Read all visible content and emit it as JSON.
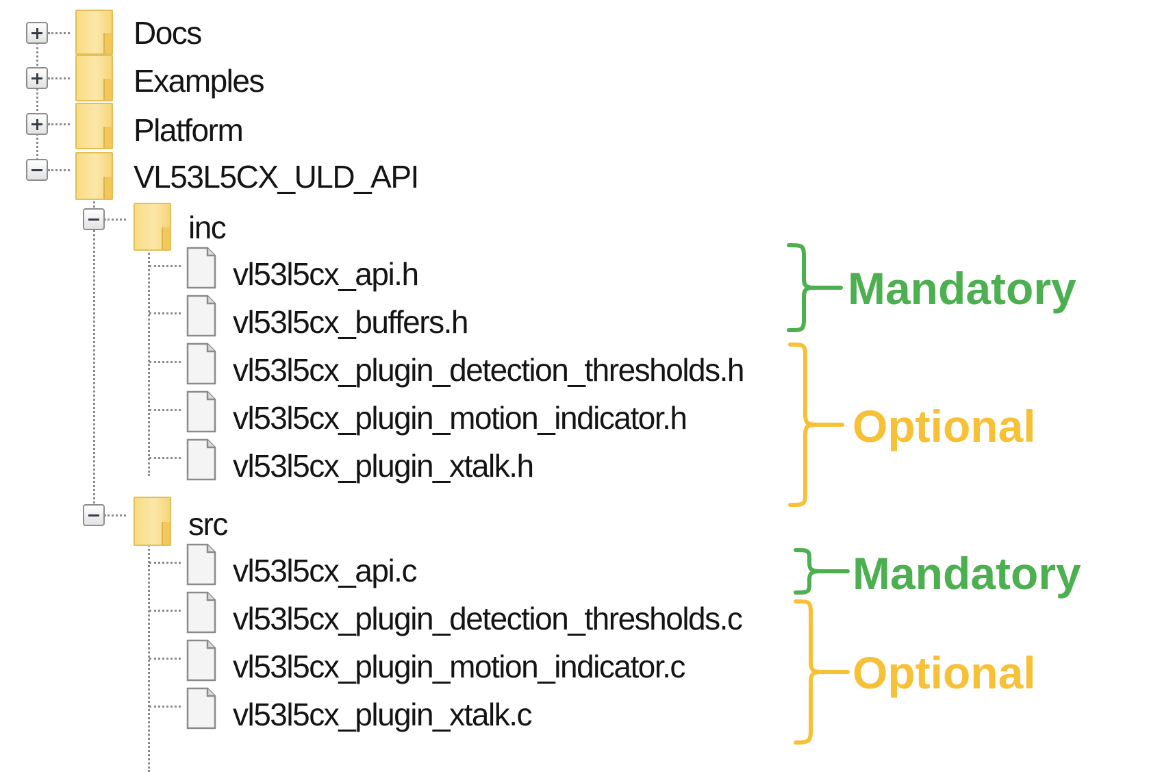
{
  "tree": {
    "root_folders": {
      "docs": "Docs",
      "examples": "Examples",
      "platform": "Platform",
      "api": "VL53L5CX_ULD_API"
    },
    "inc": {
      "label": "inc",
      "files": [
        "vl53l5cx_api.h",
        "vl53l5cx_buffers.h",
        "vl53l5cx_plugin_detection_thresholds.h",
        "vl53l5cx_plugin_motion_indicator.h",
        "vl53l5cx_plugin_xtalk.h"
      ]
    },
    "src": {
      "label": "src",
      "files": [
        "vl53l5cx_api.c",
        "vl53l5cx_plugin_detection_thresholds.c",
        "vl53l5cx_plugin_motion_indicator.c",
        "vl53l5cx_plugin_xtalk.c"
      ]
    }
  },
  "annotations": {
    "inc_mandatory": "Mandatory",
    "inc_optional": "Optional",
    "src_mandatory": "Mandatory",
    "src_optional": "Optional"
  },
  "colors": {
    "mandatory": "#4caf50",
    "optional": "#f7c137"
  },
  "icons": {
    "expand": "plus-box-icon",
    "collapse": "minus-box-icon",
    "folder": "folder-icon",
    "file": "file-icon"
  }
}
